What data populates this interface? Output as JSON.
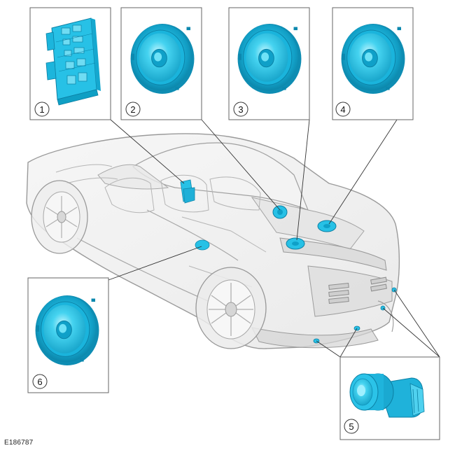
{
  "figure_id": "E186787",
  "callouts": [
    {
      "number": "1",
      "component": "module"
    },
    {
      "number": "2",
      "component": "speaker"
    },
    {
      "number": "3",
      "component": "speaker"
    },
    {
      "number": "4",
      "component": "speaker"
    },
    {
      "number": "5",
      "component": "parking-sensor"
    },
    {
      "number": "6",
      "component": "speaker"
    }
  ],
  "colors": {
    "component": "#27c1e6",
    "component_dark": "#0f9fc4",
    "component_light": "#8fe3f5",
    "car_outline": "#9a9a9a",
    "leader_line": "#333333",
    "frame": "#666666"
  }
}
